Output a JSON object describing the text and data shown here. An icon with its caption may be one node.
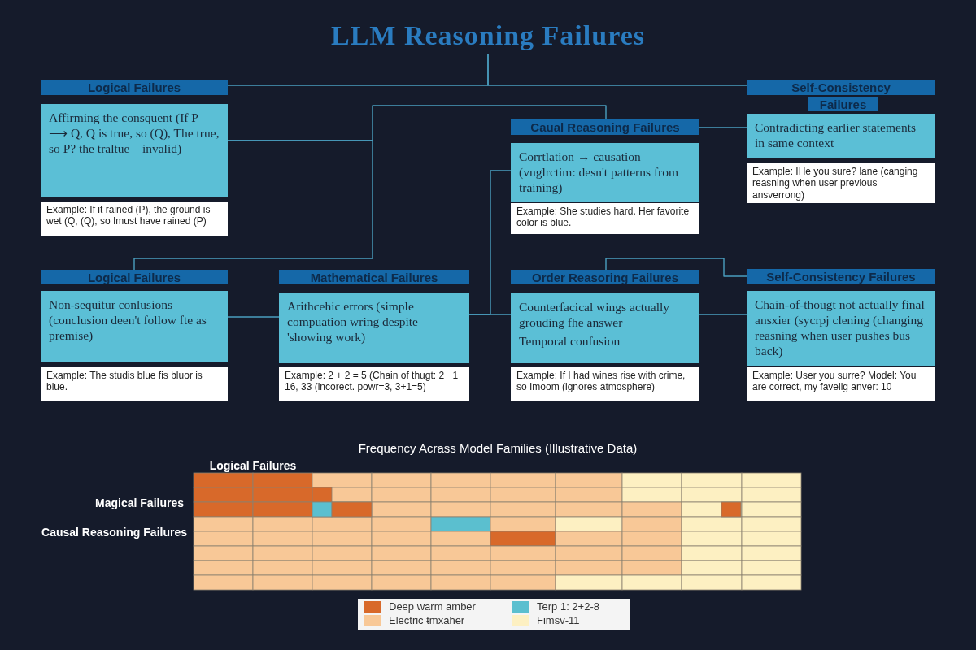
{
  "diagram": {
    "nodes": [
      {
        "text": [
          "LLM Reasoning Failures"
        ]
      },
      {
        "text": [
          "Logical Failures"
        ]
      },
      {
        "text": [
          "Affirming the consquent (If P ⟶ Q, Q is true, so (Q), The true, so P? the traltue – invalid)"
        ]
      },
      {
        "text": [
          "Example: If it rained (P), the ground is wet (Q, (Q), so Imust have rained (P)"
        ]
      },
      {
        "text": [
          "Self-Consistency"
        ]
      },
      {
        "text": [
          "Failures"
        ]
      },
      {
        "text": [
          "Contradicting earlier statements in same context"
        ]
      },
      {
        "text": [
          "Example: IHe you sure? lane (canging reasning when user previous ansverrong)"
        ]
      },
      {
        "text": [
          "Caual Reasoning Failures"
        ]
      },
      {
        "text": [
          "Corrtlation → causation (vnglrctim: desn't patterns from training)"
        ]
      },
      {
        "text": [
          "Example: She studies hard. Her favorite color is blue."
        ]
      },
      {
        "text": [
          "Logical Failures"
        ]
      },
      {
        "text": [
          "Non-sequitur conlusions (conclusion deen't follow fte as premise)"
        ]
      },
      {
        "text": [
          "Example: The studis blue fis bluor is blue."
        ]
      },
      {
        "text": [
          "Mathematical Failures"
        ]
      },
      {
        "text": [
          "Arithcehic errors (simple compuation wring despite 'showing work)"
        ]
      },
      {
        "text": [
          "Example: 2 + 2 = 5 (Chain of thugt: 2+ 1 16, 33 (incorect. powr=3, 3+1=5)"
        ]
      },
      {
        "text": [
          "Order Reasoring Failures"
        ]
      },
      {
        "text": [
          "Counterfacical wings actually grouding fhe answer",
          "Temporal confusion"
        ]
      },
      {
        "text": [
          "Example: If I had wines rise with crime, so Imoom (ignores atmosphere)"
        ]
      },
      {
        "text": [
          "Self-Consistency Failures"
        ]
      },
      {
        "text": [
          "Chain-of-thougt not actually final ansxier (sycrpj clening (changing reasning when user pushes bus back)"
        ]
      },
      {
        "text": [
          "Example: User you surre? Model: You are correct, my faveiig anver: 10"
        ]
      }
    ],
    "edges": [
      {
        "from": 0,
        "to": 1,
        "arrow": "none"
      },
      {
        "from": 0,
        "to": 4,
        "arrow": "none"
      },
      {
        "from": 2,
        "to": 8,
        "arrow": "none"
      },
      {
        "from": 8,
        "to": 6,
        "arrow": "none"
      },
      {
        "from": 2,
        "to": 11,
        "arrow": "none"
      },
      {
        "from": 12,
        "to": 15,
        "arrow": "none"
      },
      {
        "from": 15,
        "to": 18,
        "arrow": "none"
      },
      {
        "from": 15,
        "to": 9,
        "arrow": "none"
      },
      {
        "from": 17,
        "to": 20,
        "arrow": "none"
      },
      {
        "from": 18,
        "to": 21,
        "arrow": "none"
      }
    ],
    "labels": [
      "Frequency Acrass Model Families (Illustrative Data)",
      "Logical Failures",
      "Magical Failures",
      "Causal Reasoning Failures"
    ],
    "legend": [
      {
        "text": "Deep warm amber",
        "color": "#d8692a"
      },
      {
        "text": "Terp 1: 2+2-8",
        "color": "#5bbfcf"
      },
      {
        "text": "Electric ŧmxaher",
        "color": "#f8c897"
      },
      {
        "text": "Fimsv-11",
        "color": "#fdf0c2"
      }
    ]
  }
}
